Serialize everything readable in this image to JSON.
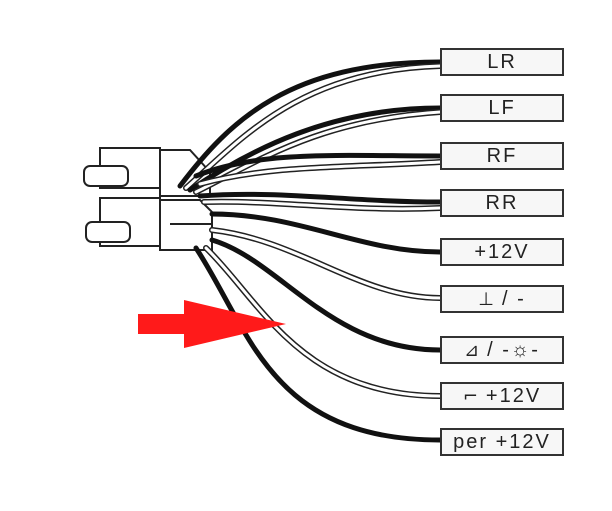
{
  "labels": [
    {
      "text": "LR",
      "icon": ""
    },
    {
      "text": "LF",
      "icon": ""
    },
    {
      "text": "RF",
      "icon": ""
    },
    {
      "text": "RR",
      "icon": ""
    },
    {
      "text": "+12V",
      "icon": ""
    },
    {
      "text": "/ -",
      "icon": "ground-symbol"
    },
    {
      "text": "/ -☼-",
      "icon": "dimmer-symbol"
    },
    {
      "text": "+12V",
      "icon": "switch-symbol"
    },
    {
      "text": "per +12V",
      "icon": ""
    }
  ],
  "colors": {
    "wire_black": "#111111",
    "wire_white_outline": "#222222",
    "arrow": "#ff1a1a",
    "connector_fill": "#ffffff",
    "connector_stroke": "#222222"
  }
}
